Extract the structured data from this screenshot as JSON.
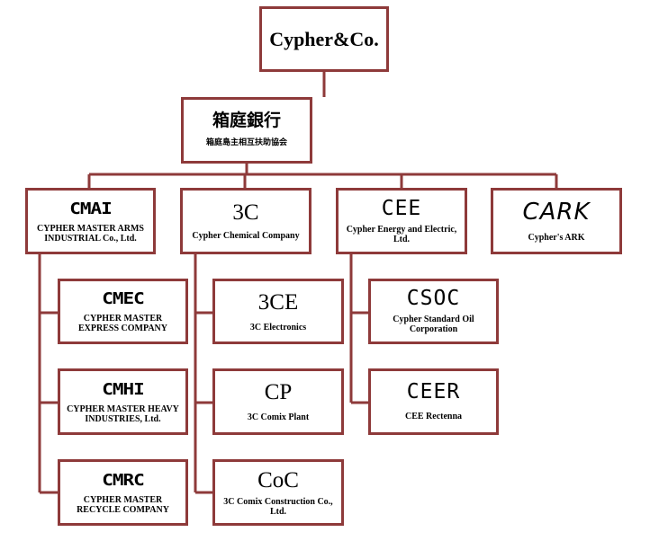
{
  "root": {
    "title": "Cypher&Co."
  },
  "bank": {
    "title": "箱庭銀行",
    "subtitle": "箱庭島主相互扶助協会"
  },
  "divisions": {
    "cmai": {
      "logo": "CMAI",
      "name": "CYPHER MASTER ARMS\nINDUSTRIAL Co., Ltd."
    },
    "c3": {
      "logo": "3C",
      "name": "Cypher Chemical Company"
    },
    "cee": {
      "logo": "CEE",
      "name": "Cypher Energy and Electric,\nLtd."
    },
    "cark": {
      "logo": "CARK",
      "name": "Cypher's ARK"
    }
  },
  "subsidiaries": {
    "cmec": {
      "logo": "CMEC",
      "name": "CYPHER MASTER\nEXPRESS COMPANY"
    },
    "cmhi": {
      "logo": "CMHI",
      "name": "CYPHER MASTER HEAVY\nINDUSTRIES, Ltd."
    },
    "cmrc": {
      "logo": "CMRC",
      "name": "CYPHER MASTER\nRECYCLE COMPANY"
    },
    "c3e": {
      "logo": "3CE",
      "name": "3C Electronics"
    },
    "cp": {
      "logo": "CP",
      "name": "3C Comix Plant"
    },
    "coc": {
      "logo": "CoC",
      "name": "3C Comix Construction Co.,\nLtd."
    },
    "csoc": {
      "logo": "CSOC",
      "name": "Cypher Standard Oil\nCorporation"
    },
    "ceer": {
      "logo": "CEER",
      "name": "CEE Rectenna"
    }
  },
  "colors": {
    "border": "#8e3a3a",
    "connector": "#8e3a3a",
    "background": "#ffffff"
  }
}
